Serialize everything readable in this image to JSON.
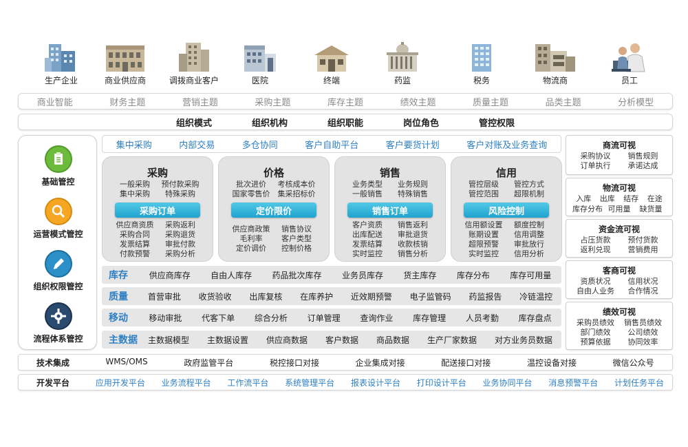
{
  "entities": [
    {
      "label": "生产企业",
      "icon": "factory-icon"
    },
    {
      "label": "商业供应商",
      "icon": "warehouse-building-icon"
    },
    {
      "label": "调拨商业客户",
      "icon": "office-tower-icon"
    },
    {
      "label": "医院",
      "icon": "hospital-icon"
    },
    {
      "label": "终端",
      "icon": "shop-icon"
    },
    {
      "label": "药监",
      "icon": "government-building-icon"
    },
    {
      "label": "税务",
      "icon": "tax-office-icon"
    },
    {
      "label": "物流商",
      "icon": "logistics-building-icon"
    },
    {
      "label": "员工",
      "icon": "employee-icon"
    }
  ],
  "analytics_bar": [
    "商业智能",
    "财务主题",
    "营销主题",
    "采购主题",
    "库存主题",
    "绩效主题",
    "质量主题",
    "品类主题",
    "分析模型"
  ],
  "org_bar": [
    "组织模式",
    "组织机构",
    "组织职能",
    "岗位角色",
    "管控权限"
  ],
  "management": [
    {
      "label": "基础管控",
      "icon": "clipboard-icon",
      "color": "#6cbb3c"
    },
    {
      "label": "运营模式管控",
      "icon": "magnifier-icon",
      "color": "#f5a623"
    },
    {
      "label": "组织权限管控",
      "icon": "pen-icon",
      "color": "#2d8fc8"
    },
    {
      "label": "流程体系管控",
      "icon": "gear-icon",
      "color": "#2a4a6e"
    }
  ],
  "blue_strip": [
    "集中采购",
    "内部交易",
    "多仓协同",
    "客户自助平台",
    "客户要货计划",
    "客户对账及业务查询"
  ],
  "modules": [
    {
      "title": "采购",
      "top": [
        "一般采购",
        "预付款采购",
        "集中采购",
        "特殊采购"
      ],
      "button": "采购订单",
      "bottom": [
        "供应商资质",
        "采购返利",
        "采购合同",
        "采购退货",
        "发票结算",
        "审批付款",
        "付款预警",
        "采购分析"
      ]
    },
    {
      "title": "价格",
      "top": [
        "批次进价",
        "考核成本价",
        "国家零售价",
        "集采招标价"
      ],
      "button": "定价限价",
      "bottom": [
        "供应商政策",
        "销售协议",
        "毛利率",
        "客户类型",
        "定价调价",
        "控制价格"
      ]
    },
    {
      "title": "销售",
      "top": [
        "业务类型",
        "业务规则",
        "一般销售",
        "特殊销售"
      ],
      "button": "销售订单",
      "bottom": [
        "客户资质",
        "销售返利",
        "出库配送",
        "审批退货",
        "发票结算",
        "收款核销",
        "实时监控",
        "销售分析"
      ]
    },
    {
      "title": "信用",
      "top": [
        "管控层级",
        "管控方式",
        "管控范围",
        "超限机制"
      ],
      "button": "风险控制",
      "bottom": [
        "信用额设置",
        "额度控制",
        "账期设置",
        "信用调整",
        "超限预警",
        "审批放行",
        "实时监控",
        "信用分析"
      ]
    }
  ],
  "function_rows": [
    {
      "key": "库存",
      "items": [
        "供应商库存",
        "自由人库存",
        "药品批次库存",
        "业务员库存",
        "货主库存",
        "库存分布",
        "库存可用量"
      ]
    },
    {
      "key": "质量",
      "items": [
        "首营审批",
        "收货验收",
        "出库复核",
        "在库养护",
        "近效期预警",
        "电子监管码",
        "药监报告",
        "冷链温控"
      ]
    },
    {
      "key": "移动",
      "items": [
        "移动审批",
        "代客下单",
        "综合分析",
        "订单管理",
        "查询作业",
        "库存管理",
        "人员考勤",
        "库存盘点"
      ]
    },
    {
      "key": "主数据",
      "items": [
        "主数据模型",
        "主数据设置",
        "供应商数据",
        "客户数据",
        "商品数据",
        "生产厂家数据",
        "对方业务员数据"
      ]
    }
  ],
  "visibility": [
    {
      "title": "商流可视",
      "items": [
        "采购协议",
        "销售规则",
        "订单执行",
        "承诺达成"
      ]
    },
    {
      "title": "物流可视",
      "items": [
        "入库",
        "出库",
        "结存",
        "在途",
        "库存分布",
        "可用量",
        "缺货量"
      ]
    },
    {
      "title": "资金流可视",
      "items": [
        "占压货款",
        "预付货款",
        "返利兑现",
        "营销费用"
      ]
    },
    {
      "title": "客商可视",
      "items": [
        "资质状况",
        "信用状况",
        "自由人业务",
        "合作情况"
      ]
    },
    {
      "title": "绩效可视",
      "items": [
        "采购员绩效",
        "销售员绩效",
        "部门绩效",
        "公司绩效",
        "预算依据",
        "协同效率"
      ]
    }
  ],
  "tech_row": {
    "key": "技术集成",
    "items": [
      "WMS/OMS",
      "政府监管平台",
      "税控接口对接",
      "企业集成对接",
      "配送接口对接",
      "温控设备对接",
      "微信公众号"
    ]
  },
  "dev_row": {
    "key": "开发平台",
    "items": [
      "应用开发平台",
      "业务流程平台",
      "工作流平台",
      "系统管理平台",
      "报表设计平台",
      "打印设计平台",
      "业务协同平台",
      "消息预警平台",
      "计划任务平台"
    ]
  }
}
